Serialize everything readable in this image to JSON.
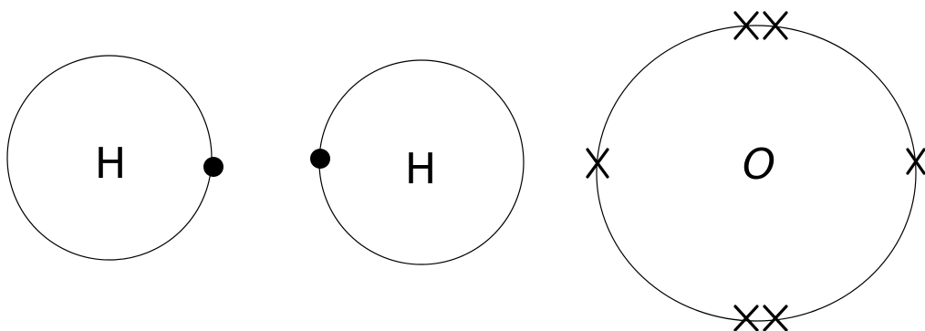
{
  "diagram": {
    "atoms": [
      {
        "symbol": "H"
      },
      {
        "symbol": "H"
      },
      {
        "symbol": "O"
      }
    ],
    "hydrogen_electron_symbol": "dot",
    "oxygen_electron_symbol": "cross",
    "colors": {
      "stroke": "#000000",
      "background": "#ffffff"
    }
  }
}
